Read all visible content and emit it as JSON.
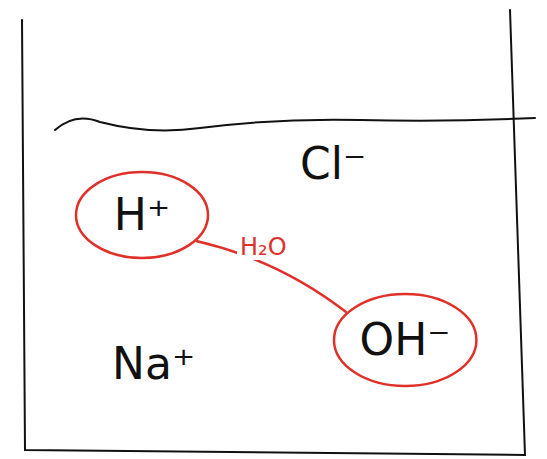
{
  "diagram": {
    "nodes": [
      {
        "text": [
          "H⁺"
        ]
      },
      {
        "text": [
          "OH⁻"
        ]
      }
    ],
    "edges": [
      {
        "from": 0,
        "to": 1,
        "label": "H₂O",
        "arrow": "none"
      }
    ],
    "labels": [
      "Cl⁻",
      "Na⁺"
    ]
  }
}
